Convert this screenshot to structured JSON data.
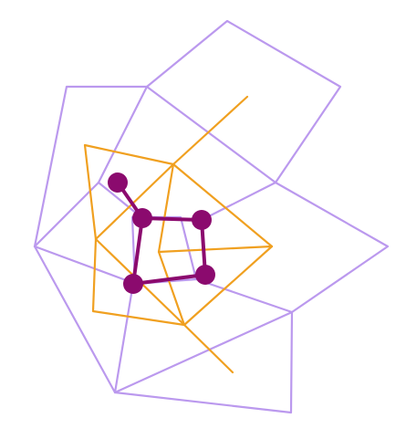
{
  "colors": {
    "background": "#ffffff",
    "outer_net": "#bb99ee",
    "middle_net": "#f0a020",
    "inner_net": "#8b0a6e",
    "node_fill": "#8b0a6e"
  },
  "diagram": {
    "description_nodes": 5,
    "layers": [
      "outer_net",
      "middle_net",
      "inner_net"
    ]
  }
}
